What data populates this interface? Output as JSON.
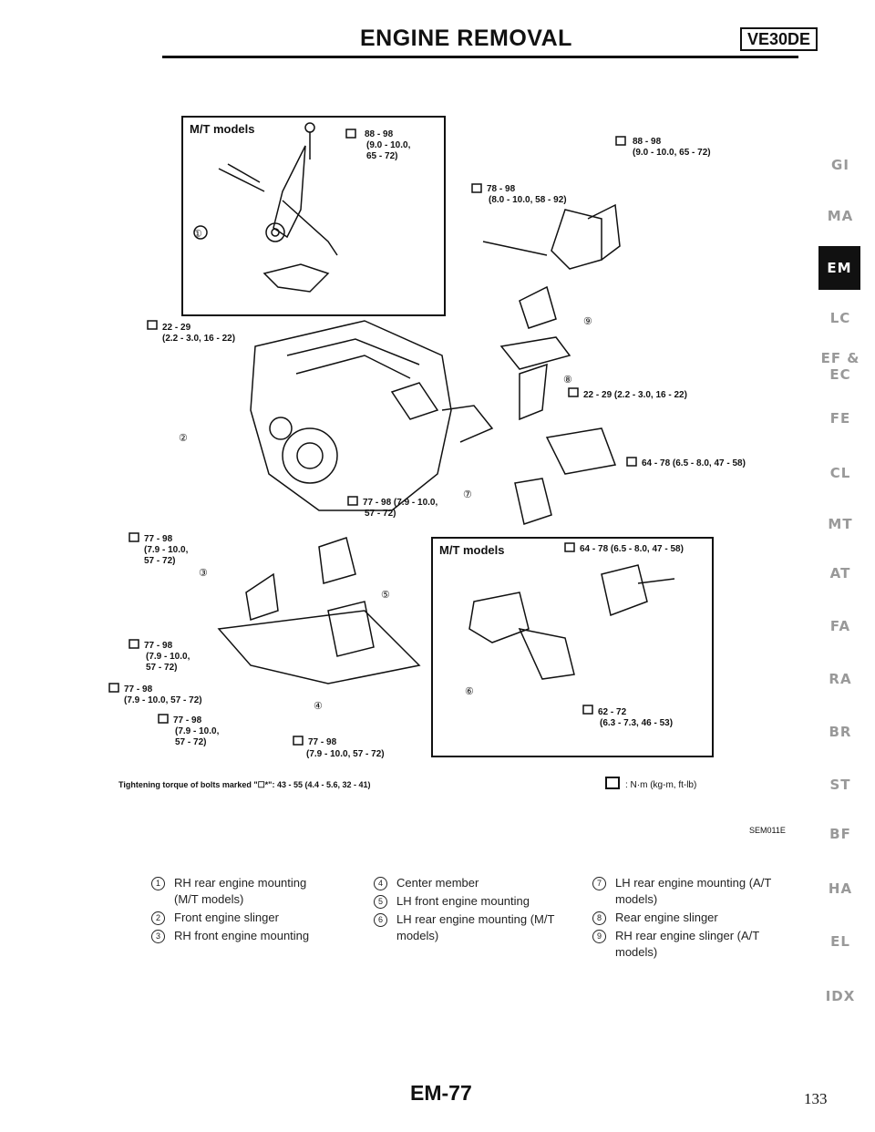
{
  "header": {
    "title": "ENGINE REMOVAL",
    "badge": "VE30DE"
  },
  "tabs": [
    "GI",
    "MA",
    "EM",
    "LC",
    "EF &\nEC",
    "FE",
    "CL",
    "MT",
    "AT",
    "FA",
    "RA",
    "BR",
    "ST",
    "BF",
    "HA",
    "EL",
    "IDX"
  ],
  "active_tab": "EM",
  "diagram": {
    "mt_models_label": "M/T models",
    "callouts": {
      "t1": "88 - 98",
      "t1b": "(9.0 - 10.0,",
      "t1c": "65 - 72)",
      "t2": "88 - 98",
      "t2b": "(9.0 - 10.0, 65 - 72)",
      "t3": "78 - 98",
      "t3b": "(8.0 - 10.0, 58 - 92)",
      "t4": "22 - 29",
      "t4b": "(2.2 - 3.0, 16 - 22)",
      "t5": "22 - 29 (2.2 - 3.0, 16 - 22)",
      "t6": "64 - 78 (6.5 - 8.0, 47 - 58)",
      "t7": "77 - 98 (7.9 - 10.0,",
      "t7b": "57 - 72)",
      "t8": "77 - 98",
      "t8b": "(7.9 - 10.0,",
      "t8c": "57 - 72)",
      "t9": "64 - 78 (6.5 - 8.0, 47 - 58)",
      "t10": "77 - 98",
      "t10b": "(7.9 - 10.0,",
      "t10c": "57 - 72)",
      "t11": "77 - 98",
      "t11b": "(7.9 - 10.0, 57 - 72)",
      "t12": "77 - 98",
      "t12b": "(7.9 - 10.0,",
      "t12c": "57 - 72)",
      "t13": "62 - 72",
      "t13b": "(6.3 - 7.3, 46 - 53)",
      "t14": "77 - 98",
      "t14b": "(7.9 - 10.0, 57 - 72)"
    }
  },
  "notes": {
    "torque": "Tightening torque of bolts marked \"☐*\": 43 - 55 (4.4 - 5.6, 32 - 41)",
    "units": ": N·m (kg-m, ft-lb)",
    "figure_code": "SEM011E"
  },
  "legend": [
    {
      "num": "1",
      "text": "RH rear engine mounting (M/T models)"
    },
    {
      "num": "2",
      "text": "Front engine slinger"
    },
    {
      "num": "3",
      "text": "RH front engine mounting"
    },
    {
      "num": "4",
      "text": "Center member"
    },
    {
      "num": "5",
      "text": "LH front engine mounting"
    },
    {
      "num": "6",
      "text": "LH rear engine mounting (M/T models)"
    },
    {
      "num": "7",
      "text": "LH rear engine mounting (A/T models)"
    },
    {
      "num": "8",
      "text": "Rear engine slinger"
    },
    {
      "num": "9",
      "text": "RH rear engine slinger (A/T models)"
    }
  ],
  "footer": {
    "page_code": "EM-77",
    "page_number": "133"
  }
}
